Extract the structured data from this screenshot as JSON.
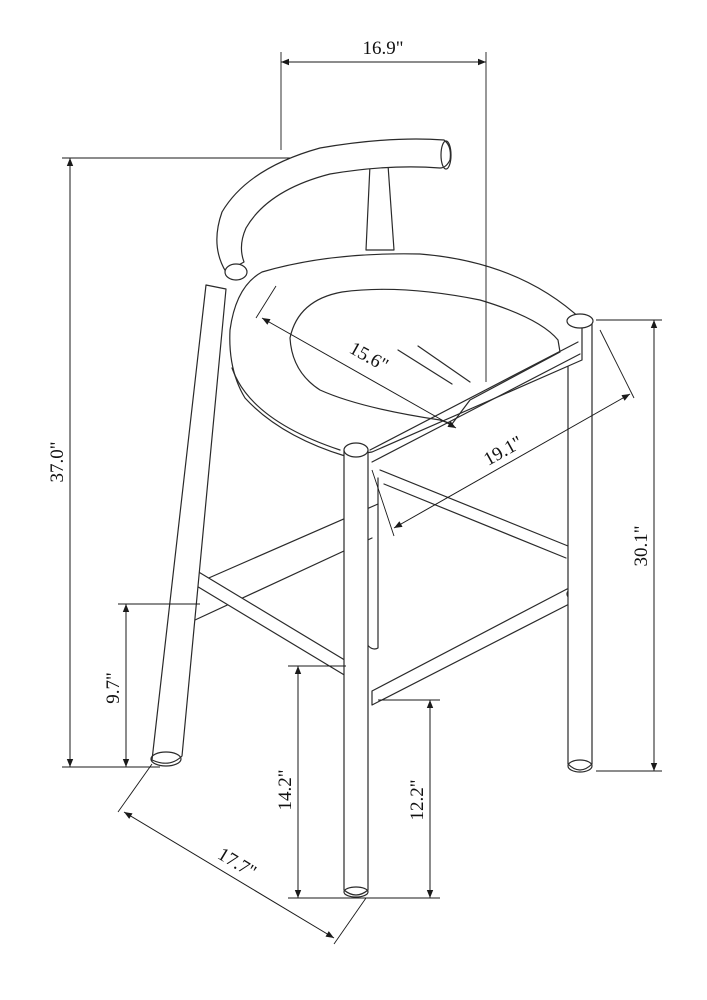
{
  "dimensions": {
    "width": "16.9\"",
    "total_height": "37.0\"",
    "seat_depth": "15.6\"",
    "seat_diagonal": "19.1\"",
    "seat_height": "30.1\"",
    "back_footrest_height": "9.7\"",
    "front_footrest_height": "14.2\"",
    "side_footrest_height": "12.2\"",
    "depth": "17.7\""
  },
  "colors": {
    "line": "#2a2a2a",
    "background": "#ffffff"
  }
}
